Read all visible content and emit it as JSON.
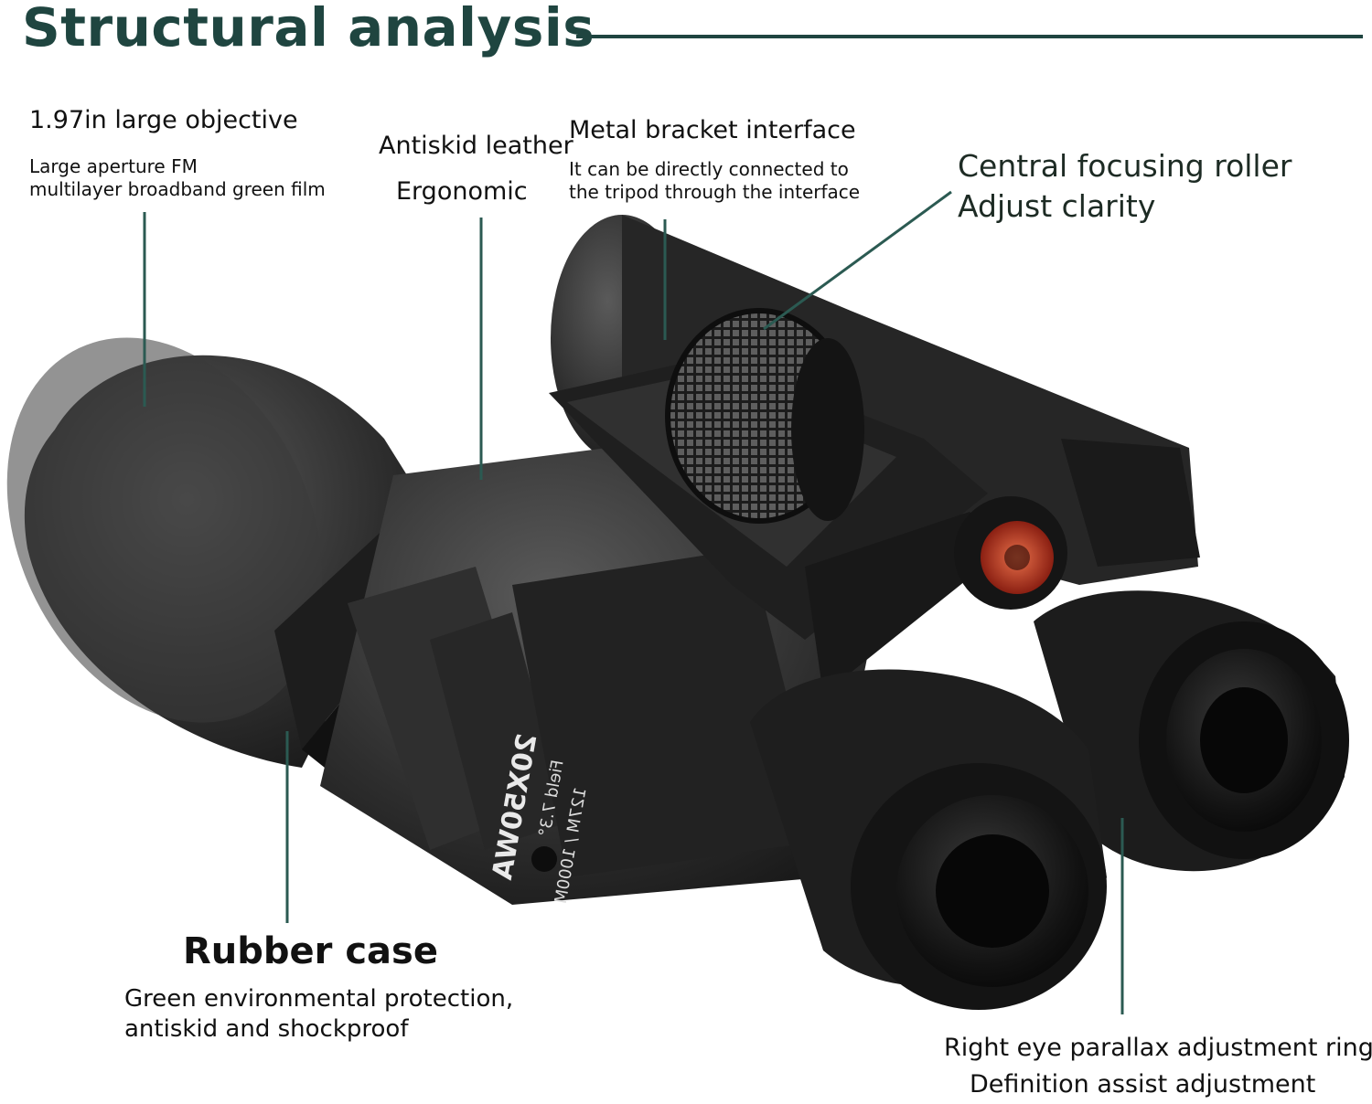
{
  "title": "Structural analysis",
  "callouts": {
    "objective": {
      "heading": "1.97in large objective",
      "lines": [
        "Large aperture FM",
        "multilayer broadband green film"
      ]
    },
    "leather": {
      "heading": "Antiskid leather",
      "sub": "Ergonomic"
    },
    "bracket": {
      "heading": "Metal bracket interface",
      "lines": [
        "It can be directly connected to",
        "the tripod through the interface"
      ]
    },
    "focus": {
      "lines": [
        "Central focusing roller",
        "Adjust clarity"
      ]
    },
    "rubber": {
      "heading": "Rubber case",
      "lines": [
        "Green environmental protection,",
        "antiskid and shockproof"
      ]
    },
    "parallax": {
      "lines": [
        "Right eye parallax adjustment ring",
        "Definition assist adjustment"
      ]
    }
  },
  "product": {
    "model_label": "20X50WA",
    "field_label": "Field 7.3°",
    "spec_label": "127M / 1000M",
    "brand_mark": "N/A"
  },
  "colors": {
    "title": "#1f4540",
    "leader_lines": "#2b5a52",
    "body": "#2a2a2a",
    "accent_red": "#c0392b"
  }
}
